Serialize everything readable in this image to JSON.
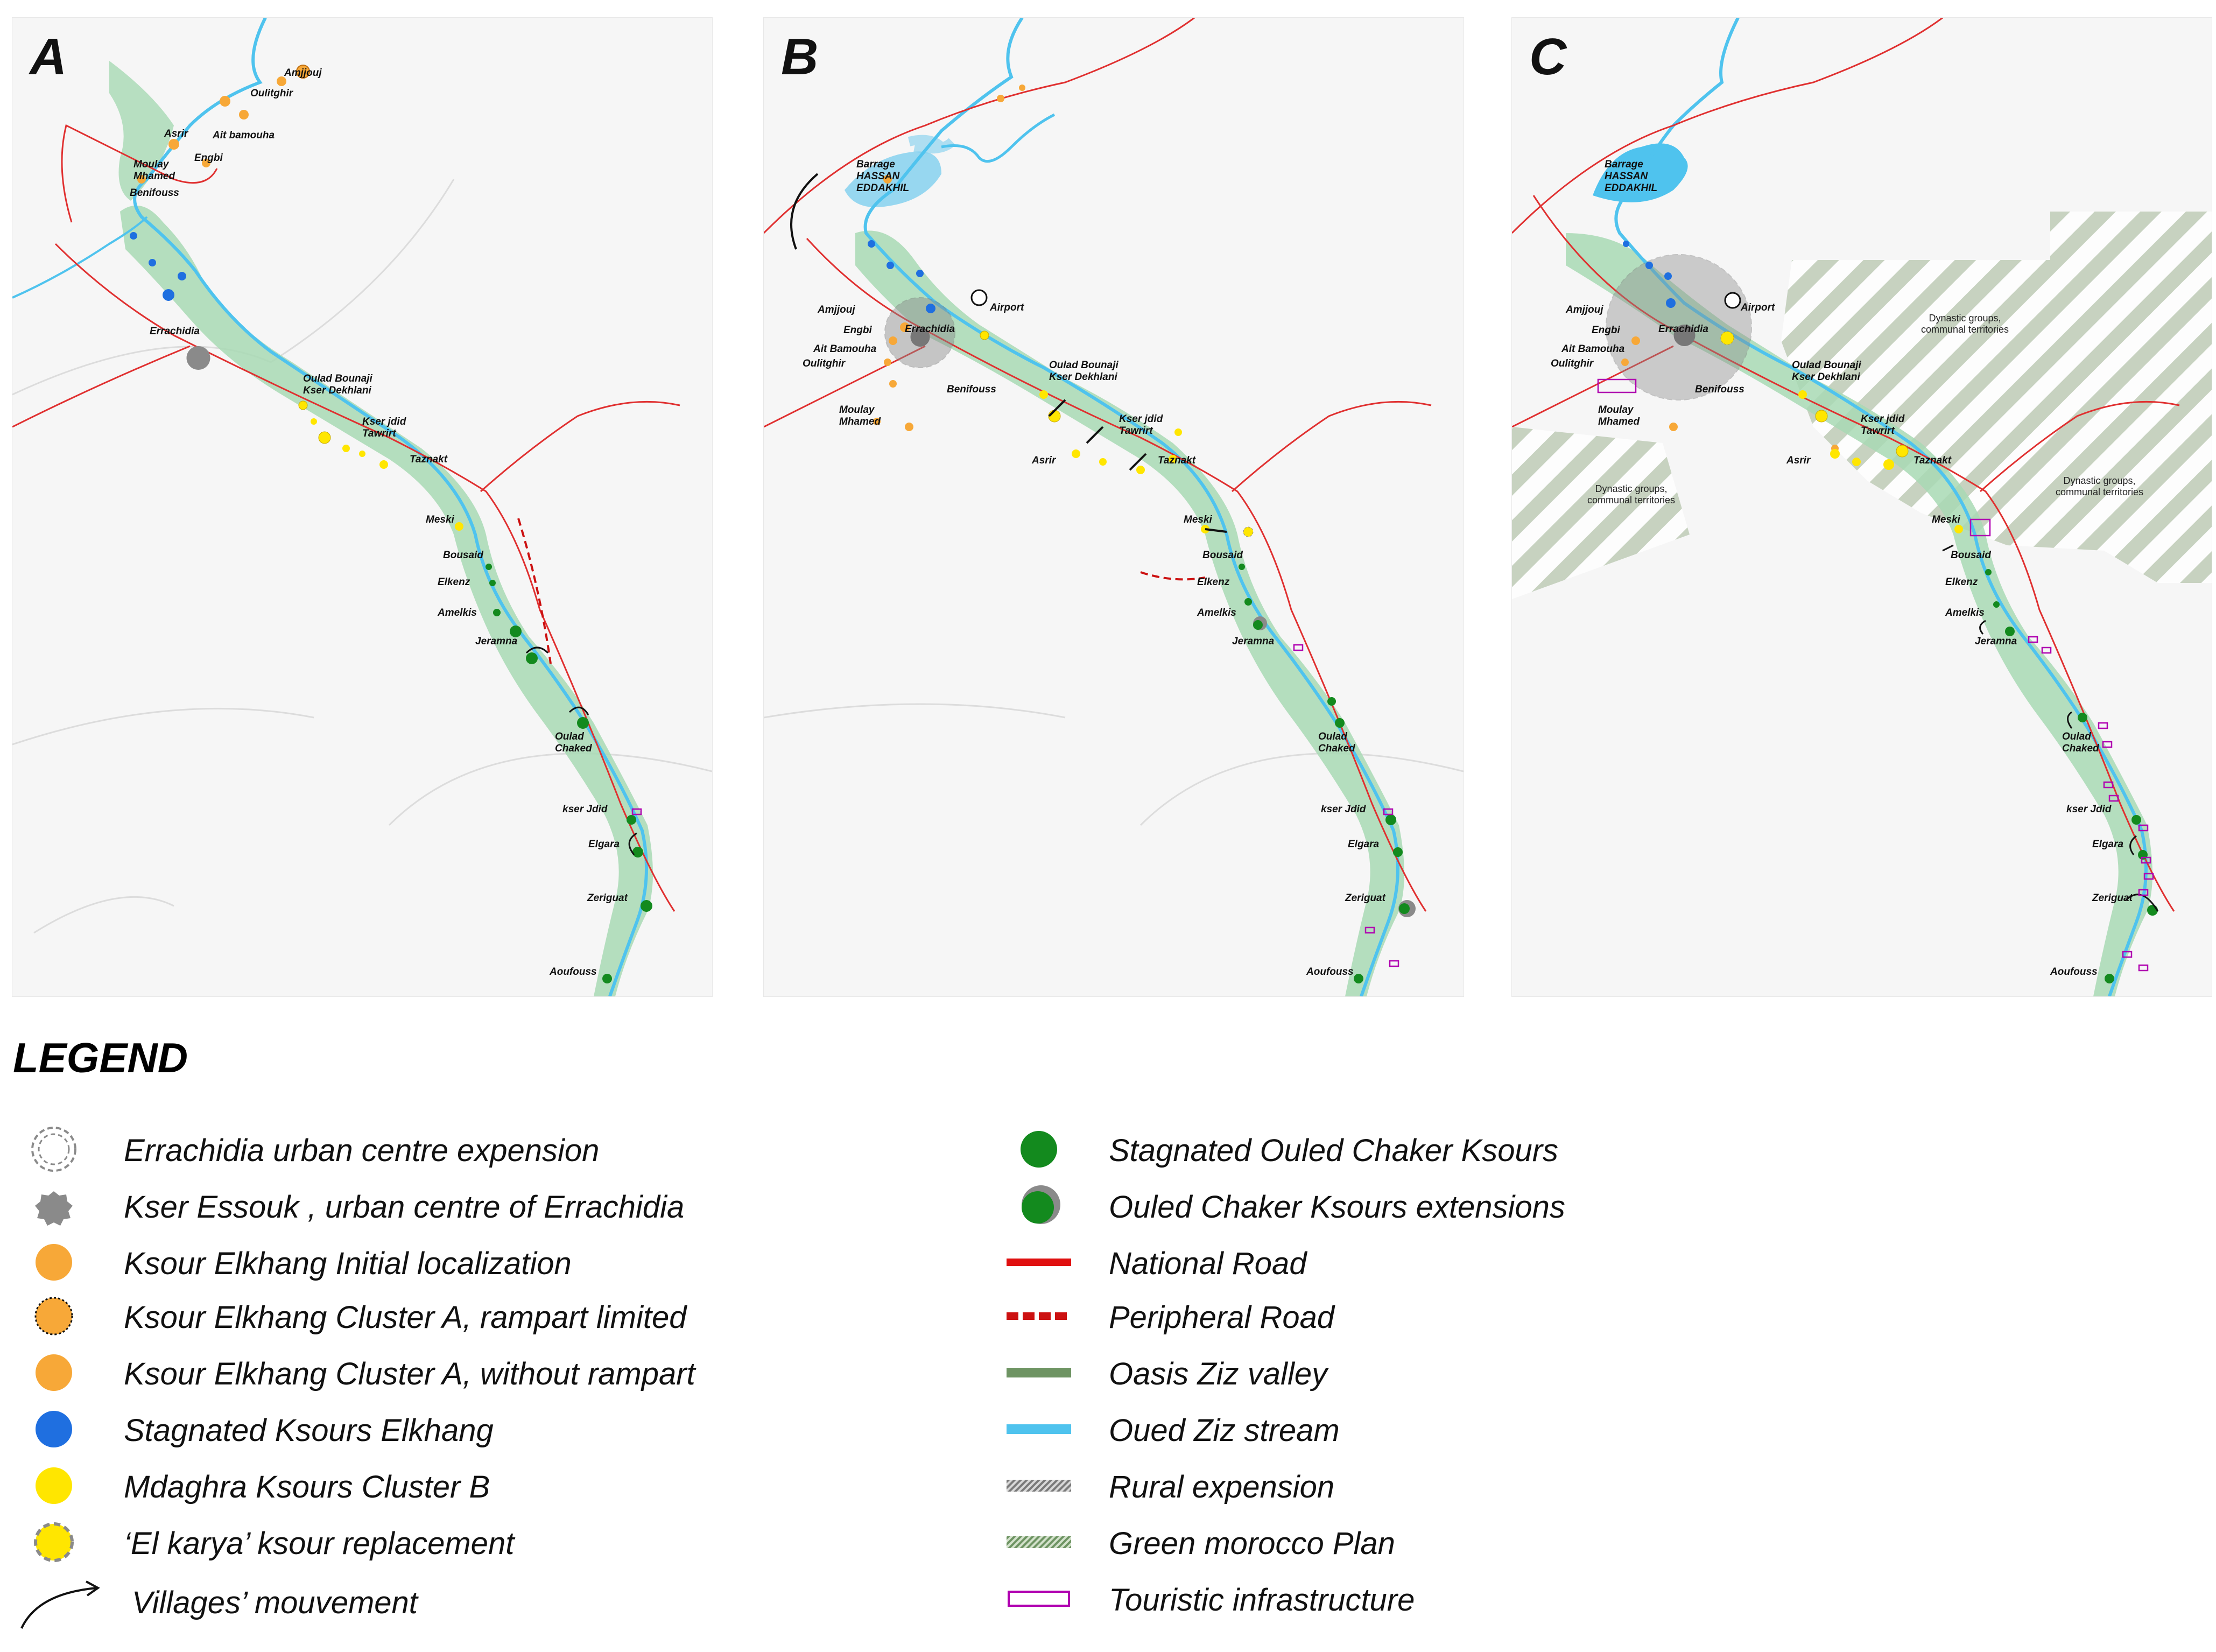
{
  "panels": [
    {
      "letter": "A",
      "places": {
        "amjjouj": "Amjjouj",
        "oulitghir": "Oulitghir",
        "asrir": "Asrir",
        "ait_bamouha": "Ait bamouha",
        "engbi": "Engbi",
        "moulay_mhamed": "Moulay\nMhamed",
        "benifouss": "Benifouss",
        "errachidia": "Errachidia",
        "oulad_bounaji": "Oulad Bounaji\nKser Dekhlani",
        "kser_jdid": "Kser jdid\nTawrirt",
        "taznakt": "Taznakt",
        "meski": "Meski",
        "bousaid": "Bousaid",
        "elkenz": "Elkenz",
        "amelkis": "Amelkis",
        "jeramna": "Jeramna",
        "oulad_chaked": "Oulad\nChaked",
        "kser_jdid2": "kser Jdid",
        "elgara": "Elgara",
        "zeriguat": "Zeriguat",
        "aoufouss": "Aoufouss"
      }
    },
    {
      "letter": "B",
      "places": {
        "barrage": "Barrage\nHASSAN\nEDDAKHIL",
        "airport": "Airport",
        "amjjouj": "Amjjouj",
        "engbi": "Engbi",
        "ait_bamouha": "Ait Bamouha",
        "oulitghir": "Oulitghir",
        "errachidia": "Errachidia",
        "benifouss": "Benifouss",
        "moulay_mhamed": "Moulay\nMhamed",
        "oulad_bounaji": "Oulad Bounaji\nKser Dekhlani",
        "kser_jdid": "Kser jdid\nTawrirt",
        "asrir": "Asrir",
        "taznakt": "Taznakt",
        "meski": "Meski",
        "bousaid": "Bousaid",
        "elkenz": "Elkenz",
        "amelkis": "Amelkis",
        "jeramna": "Jeramna",
        "oulad_chaked": "Oulad\nChaked",
        "kser_jdid2": "kser Jdid",
        "elgara": "Elgara",
        "zeriguat": "Zeriguat",
        "aoufouss": "Aoufouss"
      }
    },
    {
      "letter": "C",
      "places": {
        "barrage": "Barrage\nHASSAN\nEDDAKHIL",
        "airport": "Airport",
        "amjjouj": "Amjjouj",
        "engbi": "Engbi",
        "ait_bamouha": "Ait Bamouha",
        "oulitghir": "Oulitghir",
        "errachidia": "Errachidia",
        "benifouss": "Benifouss",
        "moulay_mhamed": "Moulay\nMhamed",
        "oulad_bounaji": "Oulad Bounaji\nKser Dekhlani",
        "kser_jdid": "Kser jdid\nTawrirt",
        "asrir": "Asrir",
        "taznakt": "Taznakt",
        "meski": "Meski",
        "bousaid": "Bousaid",
        "elkenz": "Elkenz",
        "amelkis": "Amelkis",
        "jeramna": "Jeramna",
        "oulad_chaked": "Oulad\nChaked",
        "kser_jdid2": "kser Jdid",
        "elgara": "Elgara",
        "zeriguat": "Zeriguat",
        "aoufouss": "Aoufouss",
        "dynastic_1": "Dynastic groups,\ncommunal territories",
        "dynastic_2": "Dynastic groups,\ncommunal territories",
        "dynastic_3": "Dynastic groups,\ncommunal territories"
      }
    }
  ],
  "legend": {
    "title": "LEGEND",
    "items": [
      {
        "label": "Errachidia urban centre expension",
        "icon": "dashed-circle-icon"
      },
      {
        "label": "Kser Essouk , urban centre of Errachidia",
        "icon": "grey-blob-icon"
      },
      {
        "label": "Ksour Elkhang Initial localization",
        "icon": "orange-circle-icon"
      },
      {
        "label": "Ksour Elkhang Cluster A, rampart limited",
        "icon": "orange-dotted-circle-icon"
      },
      {
        "label": "Ksour Elkhang Cluster A, without rampart",
        "icon": "orange-circle-icon"
      },
      {
        "label": "Stagnated Ksours Elkhang",
        "icon": "blue-circle-icon"
      },
      {
        "label": "Mdaghra Ksours  Cluster B",
        "icon": "yellow-circle-icon"
      },
      {
        "label": "‘El karya’ ksour replacement",
        "icon": "yellow-dashed-circle-icon"
      },
      {
        "label": "Villages’ mouvement",
        "icon": "curved-arrow-icon"
      },
      {
        "label": "Stagnated Ouled Chaker Ksours",
        "icon": "green-circle-icon"
      },
      {
        "label": "Ouled Chaker Ksours extensions",
        "icon": "green-grey-circle-icon"
      },
      {
        "label": "National Road",
        "icon": "red-line-icon"
      },
      {
        "label": "Peripheral Road",
        "icon": "red-dashed-line-icon"
      },
      {
        "label": "Oasis Ziz valley",
        "icon": "olive-bar-icon"
      },
      {
        "label": "Oued Ziz stream",
        "icon": "blue-bar-icon"
      },
      {
        "label": "Rural expension",
        "icon": "grey-hatch-icon"
      },
      {
        "label": "Green morocco Plan",
        "icon": "green-hatch-icon"
      },
      {
        "label": "Touristic infrastructure",
        "icon": "purple-rect-icon"
      }
    ]
  },
  "colors": {
    "national_road": "#e03030",
    "peripheral_road": "#cc1111",
    "stream": "#4fc3ee",
    "oasis": "#a8d9b4",
    "elkhang_orange": "#f7a838",
    "stagnated_blue": "#1f6fe0",
    "mdaghra_yellow": "#ffe600",
    "chaker_green": "#138a1e",
    "urban_grey": "#8a8a8a",
    "touristic_purple": "#b000b0",
    "green_plan_hatch": "#8aa27c",
    "panel_bg": "#f6f6f6"
  }
}
